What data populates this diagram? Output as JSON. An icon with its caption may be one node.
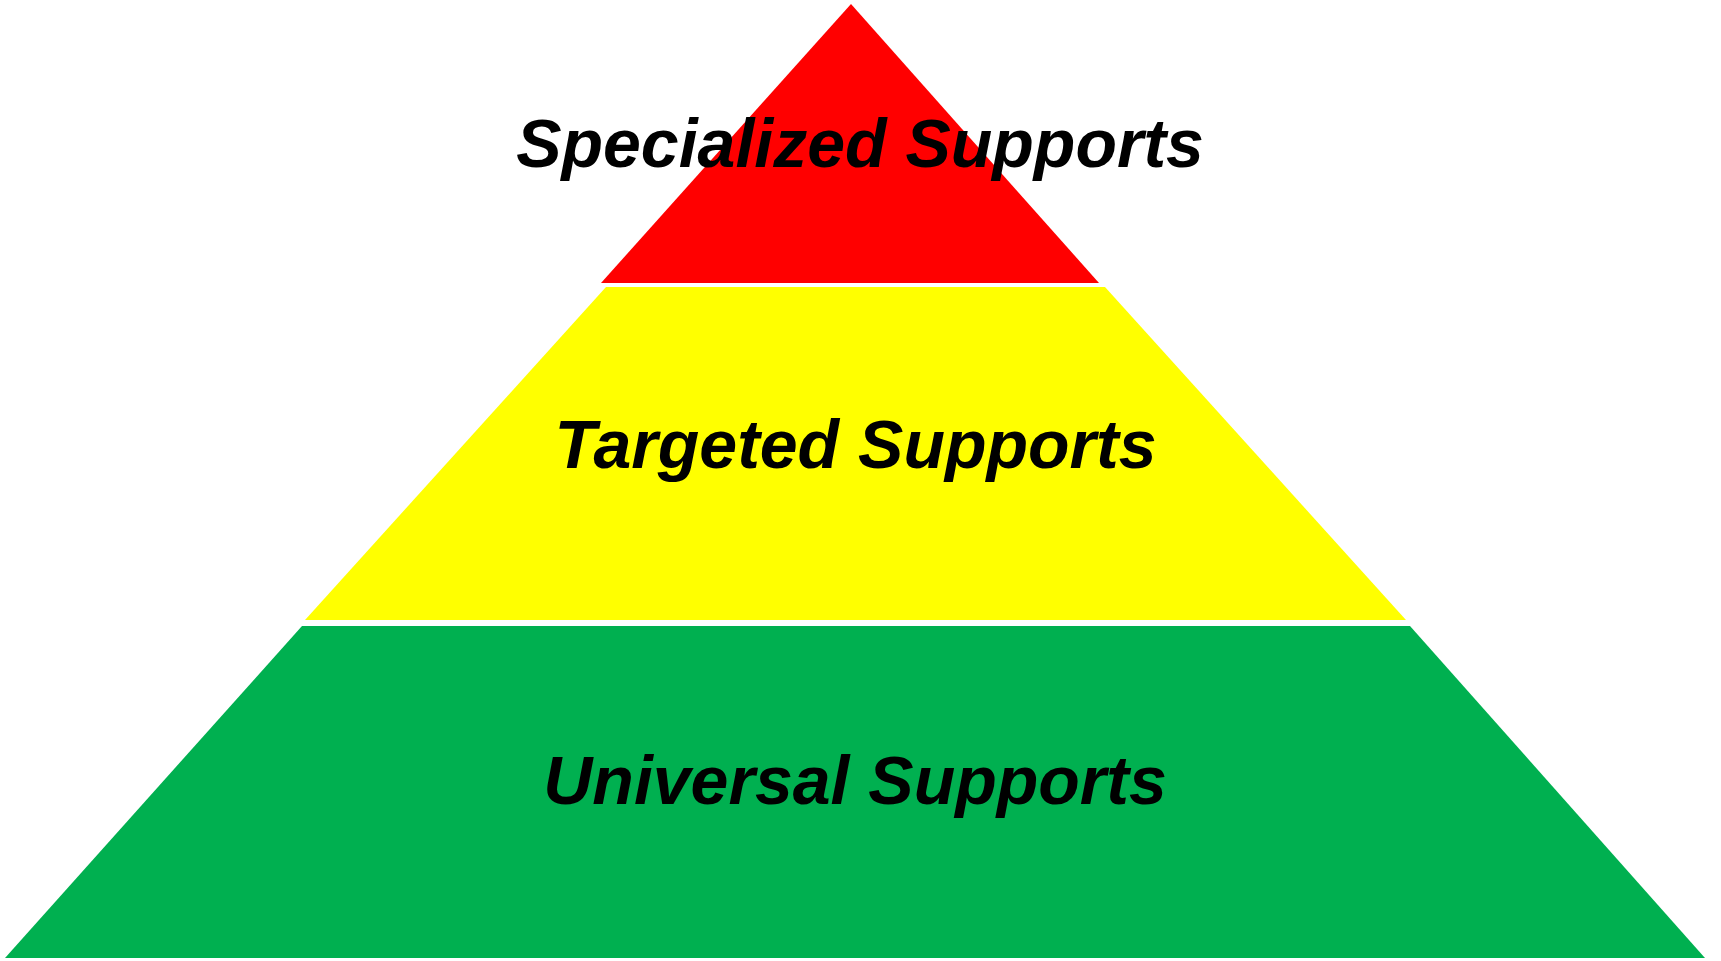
{
  "diagram": {
    "nodes": [
      {
        "text": [
          "Specialized Supports"
        ]
      },
      {
        "text": [
          "Targeted Supports"
        ]
      },
      {
        "text": [
          "Universal Supports"
        ]
      }
    ]
  }
}
